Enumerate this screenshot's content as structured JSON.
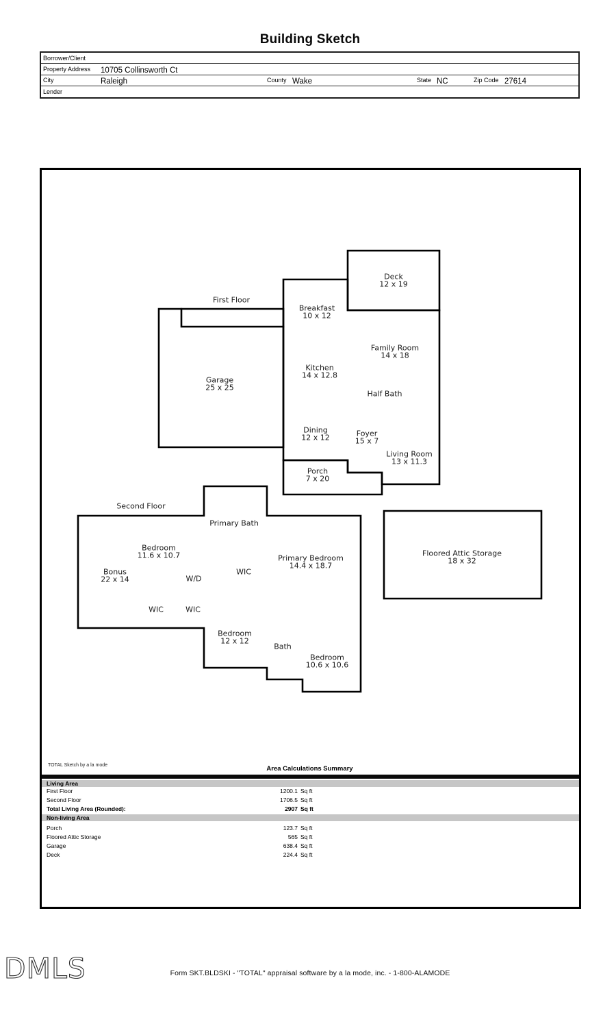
{
  "title": "Building Sketch",
  "form": {
    "borrower_label": "Borrower/Client",
    "property_label": "Property Address",
    "property_value": "10705 Collinsworth Ct",
    "city_label": "City",
    "city_value": "Raleigh",
    "county_label": "County",
    "county_value": "Wake",
    "state_label": "State",
    "state_value": "NC",
    "zip_label": "Zip Code",
    "zip_value": "27614",
    "lender_label": "Lender"
  },
  "sketch": {
    "floor_labels": {
      "first": "First Floor",
      "second": "Second Floor"
    },
    "rooms": [
      {
        "name": "Deck",
        "dims": "12 x 19"
      },
      {
        "name": "Breakfast",
        "dims": "10 x 12"
      },
      {
        "name": "Family Room",
        "dims": "14 x 18"
      },
      {
        "name": "Kitchen",
        "dims": "14 x 12.8"
      },
      {
        "name": "Garage",
        "dims": "25 x 25"
      },
      {
        "name": "Half Bath"
      },
      {
        "name": "Dining",
        "dims": "12 x 12"
      },
      {
        "name": "Foyer",
        "dims": "15 x 7"
      },
      {
        "name": "Living Room",
        "dims": "13 x 11.3"
      },
      {
        "name": "Porch",
        "dims": "7 x 20"
      },
      {
        "name": "Primary Bath"
      },
      {
        "name": "Bedroom",
        "dims": "11.6 x 10.7"
      },
      {
        "name": "Primary Bedroom",
        "dims": "14.4 x 18.7"
      },
      {
        "name": "Bonus",
        "dims": "22 x 14"
      },
      {
        "name": "W/D"
      },
      {
        "name": "WIC"
      },
      {
        "name": "WIC"
      },
      {
        "name": "WIC"
      },
      {
        "name": "Bedroom",
        "dims": "12 x 12"
      },
      {
        "name": "Bath"
      },
      {
        "name": "Bedroom",
        "dims": "10.6 x 10.6"
      },
      {
        "name": "Floored Attic Storage",
        "dims": "18 x 32"
      }
    ]
  },
  "summary": {
    "attribution": "TOTAL Sketch by a la mode",
    "heading": "Area Calculations Summary",
    "living_header": "Living Area",
    "nonliving_header": "Non-living Area",
    "rows_living": [
      {
        "label": "First Floor",
        "num": "1200.1",
        "unit": "Sq ft"
      },
      {
        "label": "Second Floor",
        "num": "1706.5",
        "unit": "Sq ft"
      },
      {
        "label": "Total Living Area (Rounded):",
        "num": "2907",
        "unit": "Sq ft"
      }
    ],
    "rows_nonliving": [
      {
        "label": "Porch",
        "num": "123.7",
        "unit": "Sq ft"
      },
      {
        "label": "Floored Attic Storage",
        "num": "565",
        "unit": "Sq ft"
      },
      {
        "label": "Garage",
        "num": "638.4",
        "unit": "Sq ft"
      },
      {
        "label": "Deck",
        "num": "224.4",
        "unit": "Sq ft"
      }
    ]
  },
  "footer": {
    "logo": "DMLS",
    "form_line": "Form SKT.BLDSKI - \"TOTAL\" appraisal software by a la mode, inc. - 1-800-ALAMODE"
  }
}
